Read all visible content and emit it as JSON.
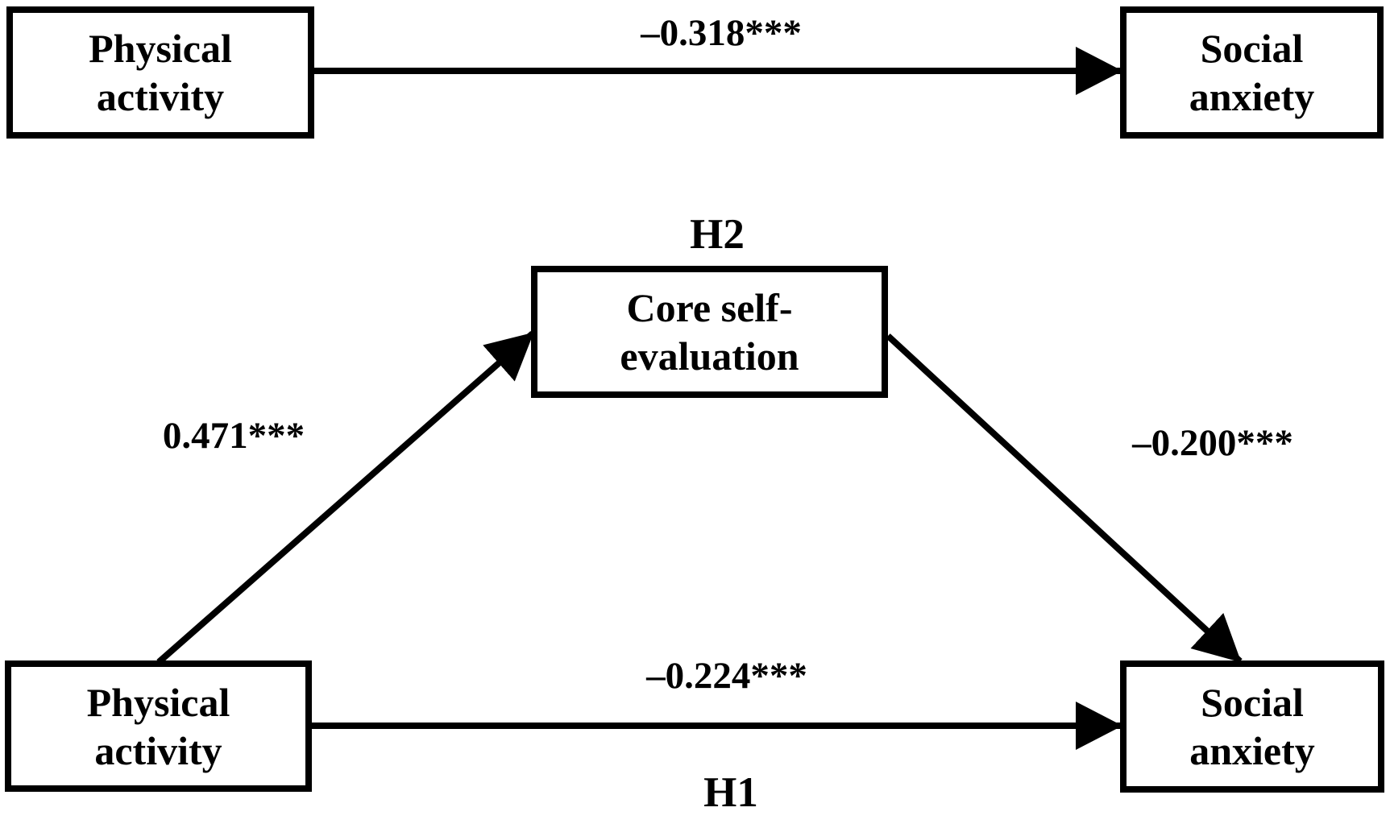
{
  "figure": {
    "background_color": "#ffffff",
    "line_color": "#000000",
    "text_color": "#000000"
  },
  "total_effect_model": {
    "predictor_label": "Physical activity",
    "outcome_label": "Social anxiety",
    "coefficient": "–0.318***"
  },
  "mediation_model": {
    "predictor_label": "Physical activity",
    "mediator_label": "Core self-evaluation",
    "outcome_label": "Social anxiety",
    "path_a_coefficient": "0.471***",
    "path_b_coefficient": "–0.200***",
    "direct_effect_coefficient": "–0.224***",
    "mediator_hypothesis_label": "H2",
    "direct_hypothesis_label": "H1"
  }
}
